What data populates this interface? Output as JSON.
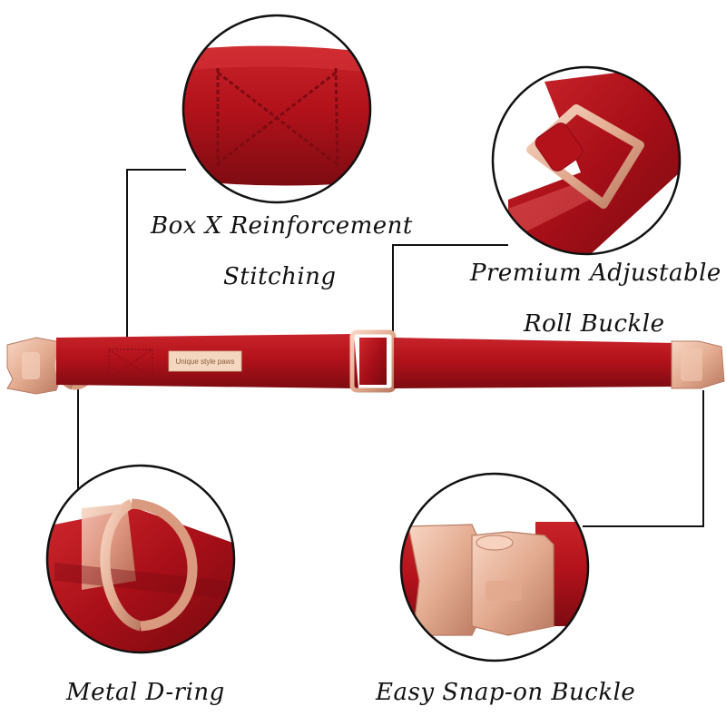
{
  "colors": {
    "velvet": "#b3121b",
    "velvet_dark": "#7e0b12",
    "velvet_light": "#cf2a2f",
    "rose_gold": "#e8b79e",
    "rose_gold_dark": "#c68a6f",
    "connector_line": "#111111",
    "tag": "#f3d8bf"
  },
  "tag": {
    "text": "Unique style paws"
  },
  "callouts": {
    "stitching": {
      "line1": "Box X Reinforcement",
      "line2": "Stitching"
    },
    "adjustable": {
      "line1": "Premium Adjustable",
      "line2": "Roll Buckle"
    },
    "d_ring": {
      "label": "Metal D-ring"
    },
    "snap_buckle": {
      "label": "Easy Snap-on Buckle"
    }
  }
}
